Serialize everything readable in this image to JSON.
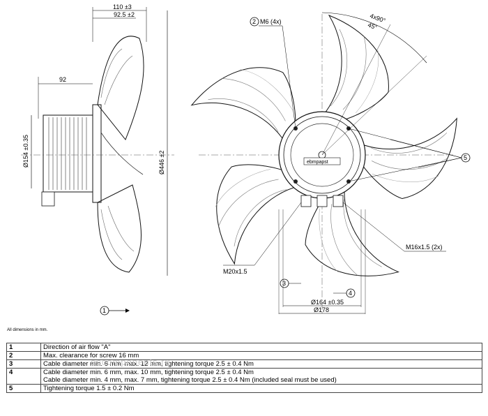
{
  "dimensions": {
    "overall_depth": "110 ±3",
    "hub_depth": "92.5 ±2",
    "motor_length": "92",
    "motor_diameter": "Ø154 ±0.35",
    "fan_diameter": "Ø446 ±2",
    "angle_pattern": "4x90°",
    "angle_offset": "45°",
    "screw_thread": "M6 (4x)",
    "gland_left": "M20x1.5",
    "gland_right": "M16x1.5 (2x)",
    "bolt_circle": "Ø164 ±0.35",
    "flange_diameter": "Ø178"
  },
  "callouts": [
    "1",
    "2",
    "3",
    "4",
    "5"
  ],
  "logo_text": "ebmpapst",
  "note": "All dimensions in mm.",
  "legend": [
    {
      "num": "1",
      "lines": [
        "Direction of air flow \"A\""
      ]
    },
    {
      "num": "2",
      "lines": [
        "Max. clearance for screw 16 mm"
      ]
    },
    {
      "num": "3",
      "lines": [
        "Cable diameter min. 6 mm, max. 12 mm, tightening torque 2.5 ± 0.4 Nm"
      ]
    },
    {
      "num": "4",
      "lines": [
        "Cable diameter min. 6 mm, max. 10 mm, tightening torque 2.5 ± 0.4 Nm",
        "Cable diameter min. 4 mm, max. 7 mm, tightening torque 2.5 ± 0.4 Nm (included seal must be used)"
      ]
    },
    {
      "num": "5",
      "lines": [
        "Tightening torque 1.5 ± 0.2 Nm"
      ]
    }
  ],
  "watermark": "eccomponents.ru"
}
